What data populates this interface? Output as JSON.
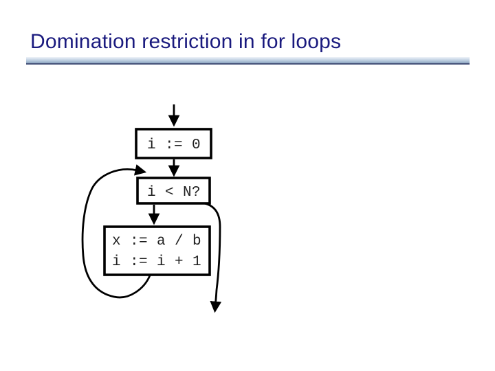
{
  "slide": {
    "title": "Domination restriction in for loops"
  },
  "flowchart": {
    "node_init": {
      "label": "i := 0"
    },
    "node_cond": {
      "label": "i < N?"
    },
    "node_body": {
      "line1": "x := a / b",
      "line2": "i := i + 1"
    }
  },
  "colors": {
    "title_text": "#1a1a7e",
    "rule_gradient_top": "#eff4f9",
    "rule_gradient_bottom": "#8ba3c0",
    "rule_edge": "#46537a",
    "diagram_ink": "#000000",
    "node_fill": "#ffffff",
    "node_text": "#1f1f1f",
    "background": "#ffffff"
  }
}
